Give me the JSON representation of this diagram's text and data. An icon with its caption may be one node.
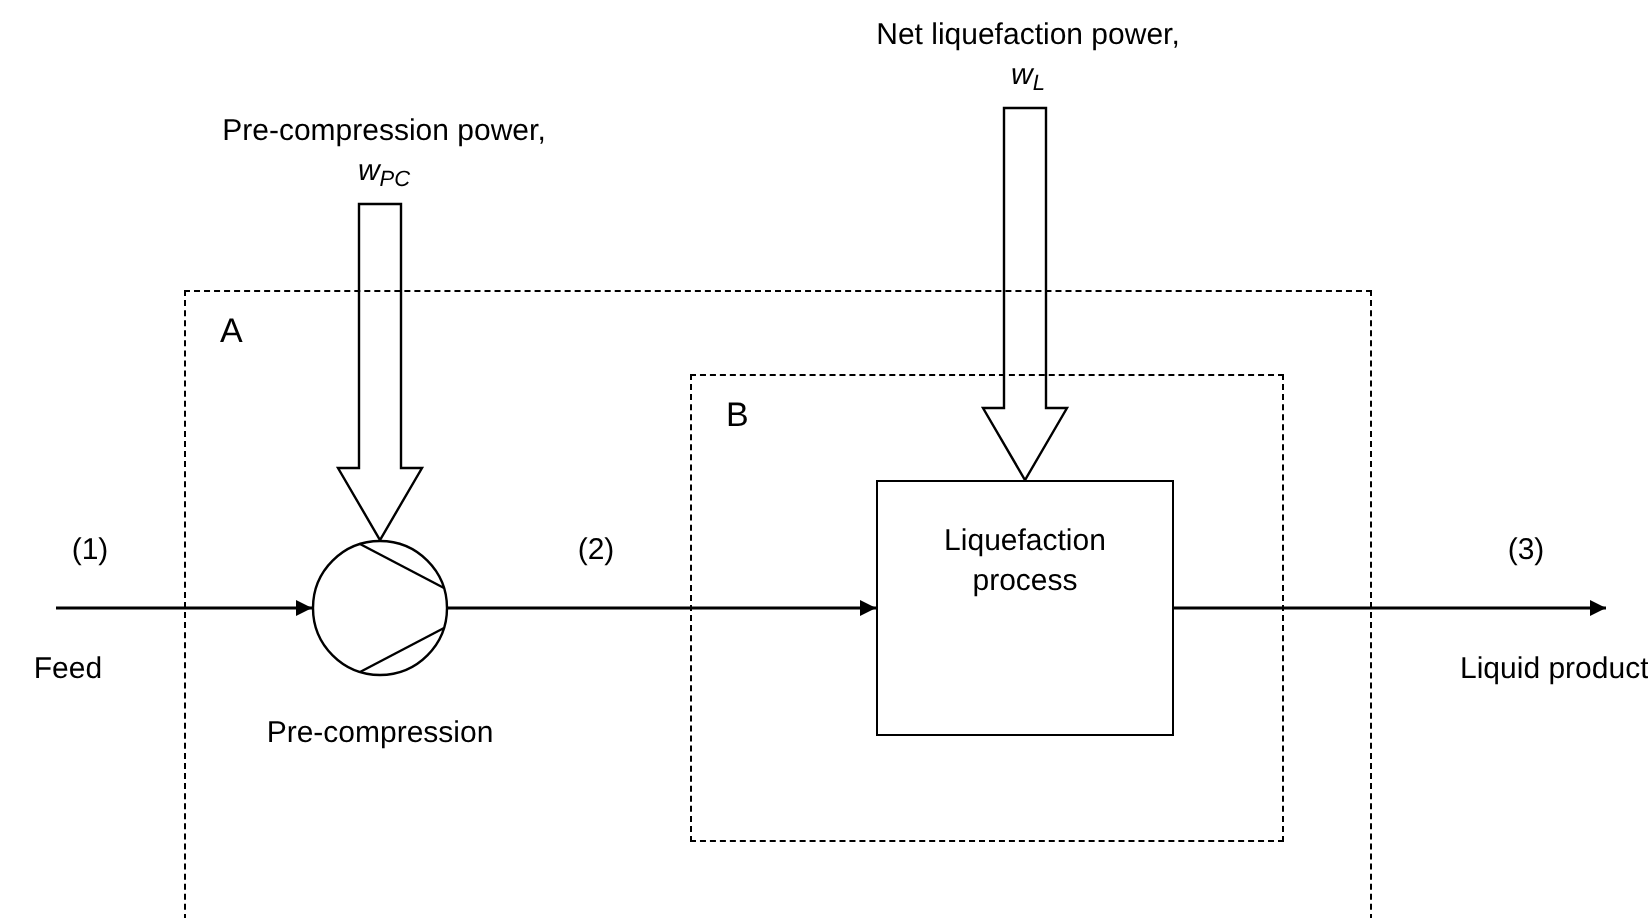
{
  "diagram": {
    "nodes": [
      {
        "text": [
          "A"
        ]
      },
      {
        "text": [
          "B"
        ],
        "in": 0
      },
      {
        "text": [],
        "shape": "circle",
        "in": 0,
        "beside": [
          "Pre-compression"
        ]
      },
      {
        "text": [
          "Liquefaction process"
        ],
        "in": 1
      },
      {
        "text": [
          "Pre-compression power, *w*$_{PC}$"
        ]
      },
      {
        "text": [
          "Net liquefaction power, *w*$_{L}$"
        ]
      }
    ],
    "edges": [
      {
        "from": null,
        "to": 2,
        "arrow": "to",
        "label": "(1)"
      },
      {
        "from": 2,
        "to": 3,
        "arrow": "to",
        "label": "(2)"
      },
      {
        "from": 3,
        "to": null,
        "arrow": "to",
        "label": "(3)"
      },
      {
        "from": 4,
        "to": 2,
        "arrow": "to",
        "style": "thick"
      },
      {
        "from": 5,
        "to": 3,
        "arrow": "to",
        "style": "thick"
      }
    ],
    "labels": [
      "Feed",
      "Liquid product"
    ]
  }
}
